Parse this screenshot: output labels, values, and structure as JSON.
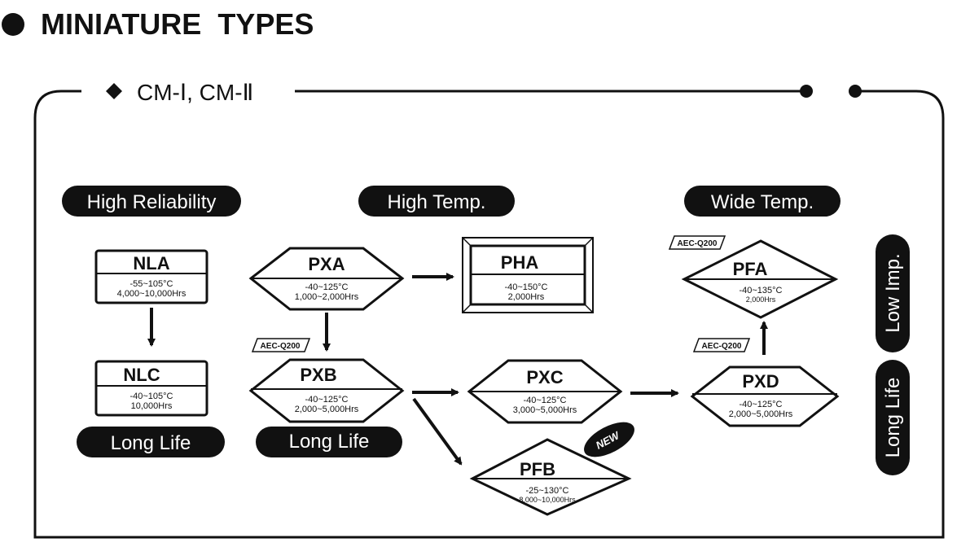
{
  "header": {
    "title": "MINIATURE  TYPES",
    "section": "CM-Ⅰ, CM-Ⅱ"
  },
  "categories": {
    "high_reliability": "High Reliability",
    "high_temp": "High Temp.",
    "wide_temp": "Wide Temp.",
    "long_life_1": "Long Life",
    "long_life_2": "Long Life",
    "low_imp": "Low Imp.",
    "long_life_3": "Long Life"
  },
  "products": {
    "nla": {
      "name": "NLA",
      "temp": "-55~105°C",
      "life": "4,000~10,000Hrs"
    },
    "nlc": {
      "name": "NLC",
      "temp": "-40~105°C",
      "life": "10,000Hrs"
    },
    "pxa": {
      "name": "PXA",
      "temp": "-40~125°C",
      "life": "1,000~2,000Hrs"
    },
    "pxb": {
      "name": "PXB",
      "temp": "-40~125°C",
      "life": "2,000~5,000Hrs"
    },
    "pha": {
      "name": "PHA",
      "temp": "-40~150°C",
      "life": "2,000Hrs"
    },
    "pxc": {
      "name": "PXC",
      "temp": "-40~125°C",
      "life": "3,000~5,000Hrs"
    },
    "pfb": {
      "name": "PFB",
      "temp": "-25~130°C",
      "life": "8,000~10,000Hrs"
    },
    "pxd": {
      "name": "PXD",
      "temp": "-40~125°C",
      "life": "2,000~5,000Hrs"
    },
    "pfa": {
      "name": "PFA",
      "temp": "-40~135°C",
      "life": "2,000Hrs"
    }
  },
  "badges": {
    "aec_pxb": "AEC-Q200",
    "aec_pfa": "AEC-Q200",
    "aec_pxd": "AEC-Q200",
    "new": "NEW"
  }
}
